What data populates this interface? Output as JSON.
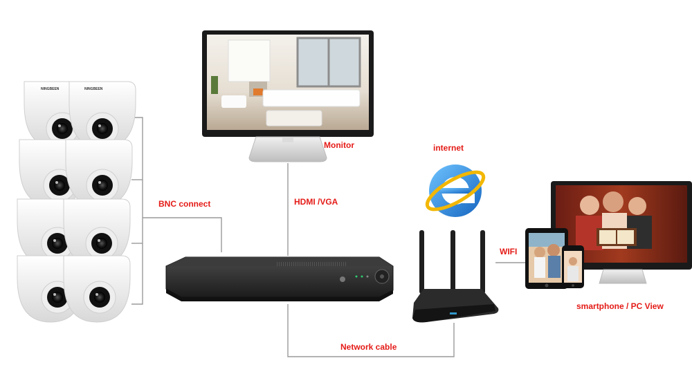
{
  "labels": {
    "monitor": "Monitor",
    "internet": "internet",
    "bnc": "BNC connect",
    "hdmi": "HDMI /VGA",
    "wifi": "WIFI",
    "network": "Network cable",
    "view": "smartphone / PC View"
  },
  "camera_brand": "NINGBEEN",
  "colors": {
    "label_red": "#e41b17",
    "line_gray": "#9a9a9a",
    "dvr_dark": "#2b2b2b",
    "ie_blue": "#1f7fd0"
  },
  "icons": [
    "dome-camera-icon",
    "monitor-icon",
    "dvr-icon",
    "internet-explorer-icon",
    "router-icon",
    "pc-monitor-icon",
    "tablet-icon",
    "smartphone-icon"
  ]
}
